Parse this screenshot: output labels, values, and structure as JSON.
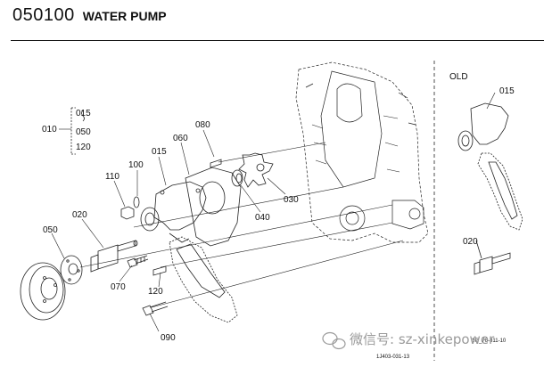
{
  "header": {
    "code": "050100",
    "title": "WATER PUMP"
  },
  "old_label": "OLD",
  "callouts": {
    "c010": "010",
    "c015_range": "015",
    "c050_range": "050",
    "c120_range": "120",
    "c080": "080",
    "c060": "060",
    "c015": "015",
    "c100": "100",
    "c110": "110",
    "c020": "020",
    "c050": "050",
    "c070": "070",
    "c120": "120",
    "c090": "090",
    "c040": "040",
    "c030": "030",
    "old_015": "015",
    "old_020": "020"
  },
  "figure_codes": {
    "main": "1J403-031-13",
    "old": "1G_76-811-10"
  },
  "watermark": "微信号: sz-xinkepower"
}
